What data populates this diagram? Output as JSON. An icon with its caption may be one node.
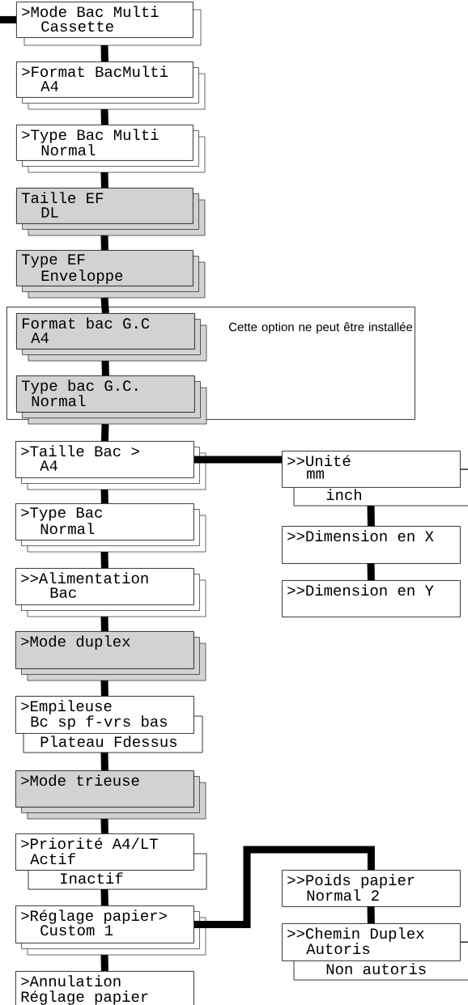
{
  "diagram": {
    "nodes": [
      {
        "text": [
          ">Mode Bac Multi",
          "Cassette"
        ]
      },
      {
        "text": [
          ">Format BacMulti",
          "A4"
        ]
      },
      {
        "text": [
          ">Type Bac Multi",
          "Normal"
        ]
      },
      {
        "text": [
          "Taille EF",
          "DL"
        ]
      },
      {
        "text": [
          "Type EF",
          "Enveloppe"
        ]
      },
      {
        "text": [
          "Cette option ne peut être installée"
        ]
      },
      {
        "text": [
          "Format bac G.C",
          "A4"
        ],
        "in": 5
      },
      {
        "text": [
          "Type bac G.C.",
          "Normal"
        ],
        "in": 5
      },
      {
        "text": [
          ">Taille Bac >",
          "A4"
        ]
      },
      {
        "text": [
          ">Type Bac",
          "Normal"
        ]
      },
      {
        "text": [
          ">>Alimentation",
          "Bac"
        ]
      },
      {
        "text": [
          ">Mode duplex"
        ]
      },
      {
        "text": [
          ">Empileuse",
          "Bc sp f-vrs bas",
          "Plateau Fdessus"
        ]
      },
      {
        "text": [
          ">Mode trieuse"
        ]
      },
      {
        "text": [
          ">Priorité A4/LT",
          "Actif",
          "Inactif"
        ]
      },
      {
        "text": [
          ">Réglage papier>",
          "Custom 1"
        ]
      },
      {
        "text": [
          ">Annulation",
          "Réglage papier"
        ]
      },
      {
        "text": [
          ">>Unité",
          "mm",
          "inch"
        ]
      },
      {
        "text": [
          ">>Dimension en X"
        ]
      },
      {
        "text": [
          ">>Dimension en Y"
        ]
      },
      {
        "text": [
          ">>Poids papier",
          "Normal 2"
        ]
      },
      {
        "text": [
          ">>Chemin Duplex",
          "Autoris",
          "Non autoris"
        ]
      }
    ],
    "edges": [
      {
        "from": null,
        "to": 0,
        "arrow": "none"
      },
      {
        "from": 0,
        "to": 1,
        "arrow": "none"
      },
      {
        "from": 1,
        "to": 2,
        "arrow": "none"
      },
      {
        "from": 2,
        "to": 3,
        "arrow": "none"
      },
      {
        "from": 3,
        "to": 4,
        "arrow": "none"
      },
      {
        "from": 4,
        "to": 6,
        "arrow": "none"
      },
      {
        "from": 6,
        "to": 7,
        "arrow": "none"
      },
      {
        "from": 7,
        "to": 8,
        "arrow": "none"
      },
      {
        "from": 8,
        "to": 9,
        "arrow": "none"
      },
      {
        "from": 9,
        "to": 10,
        "arrow": "none"
      },
      {
        "from": 10,
        "to": 11,
        "arrow": "none"
      },
      {
        "from": 11,
        "to": 12,
        "arrow": "none"
      },
      {
        "from": 12,
        "to": 13,
        "arrow": "none"
      },
      {
        "from": 13,
        "to": 14,
        "arrow": "none"
      },
      {
        "from": 14,
        "to": 15,
        "arrow": "none"
      },
      {
        "from": 15,
        "to": 16,
        "arrow": "none"
      },
      {
        "from": 8,
        "to": 17,
        "arrow": "none"
      },
      {
        "from": 17,
        "to": 18,
        "arrow": "none"
      },
      {
        "from": 18,
        "to": 19,
        "arrow": "none"
      },
      {
        "from": 15,
        "to": 20,
        "arrow": "none"
      },
      {
        "from": 20,
        "to": 21,
        "arrow": "none"
      },
      {
        "from": 17,
        "to": null,
        "arrow": "none"
      },
      {
        "from": 21,
        "to": null,
        "arrow": "none"
      }
    ]
  }
}
